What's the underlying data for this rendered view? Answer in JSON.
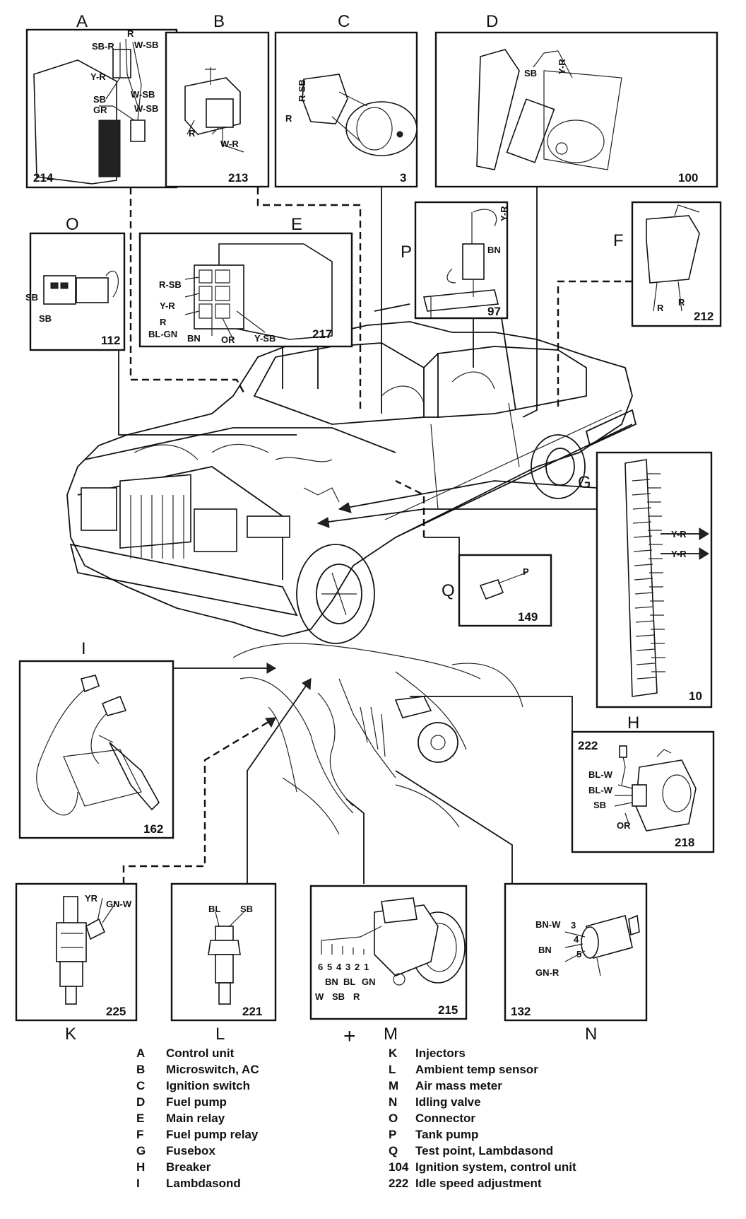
{
  "components": {
    "A": {
      "letter": "A",
      "number": "214",
      "wires": [
        "SB-R",
        "R",
        "W-SB",
        "Y-R",
        "SB",
        "W-SB",
        "W-SB",
        "GR"
      ]
    },
    "B": {
      "letter": "B",
      "number": "213",
      "wires": [
        "R",
        "W-R"
      ]
    },
    "C": {
      "letter": "C",
      "number": "3",
      "wires": [
        "R-SB",
        "R"
      ]
    },
    "D": {
      "letter": "D",
      "number": "100",
      "wires": [
        "SB",
        "Y-R"
      ]
    },
    "E": {
      "letter": "E",
      "number": "217",
      "wires": [
        "R-SB",
        "Y-R",
        "R",
        "BL-GN",
        "BN",
        "OR",
        "Y-SB"
      ]
    },
    "F": {
      "letter": "F",
      "number": "212",
      "wires": [
        "R",
        "R"
      ]
    },
    "G": {
      "letter": "G",
      "number": "10",
      "wires": [
        "Y-R",
        "Y-R"
      ]
    },
    "H": {
      "letter": "H",
      "number": "218",
      "extra_number": "222",
      "wires": [
        "BL-W",
        "BL-W",
        "SB",
        "OR"
      ]
    },
    "I": {
      "letter": "I",
      "number": "162"
    },
    "K": {
      "letter": "K",
      "number": "225",
      "wires": [
        "YR",
        "GN-W"
      ]
    },
    "L": {
      "letter": "L",
      "number": "221",
      "wires": [
        "BL",
        "SB"
      ]
    },
    "M": {
      "letter": "M",
      "number": "215",
      "wires": [
        "6",
        "5",
        "4",
        "3",
        "2",
        "1",
        "BN",
        "BL",
        "GN",
        "W",
        "SB",
        "R"
      ]
    },
    "N": {
      "letter": "N",
      "number": "132",
      "wires": [
        "BN-W",
        "BN",
        "GN-R",
        "3",
        "4",
        "5"
      ]
    },
    "O": {
      "letter": "O",
      "number": "112",
      "wires": [
        "SB",
        "SB"
      ]
    },
    "P": {
      "letter": "P",
      "number": "97",
      "wires": [
        "BN",
        "Y-R"
      ]
    },
    "Q": {
      "letter": "Q",
      "number": "149",
      "wires": [
        "P"
      ]
    }
  },
  "plus_sign": "+",
  "legend": {
    "left": [
      {
        "key": "A",
        "label": "Control unit"
      },
      {
        "key": "B",
        "label": "Microswitch, AC"
      },
      {
        "key": "C",
        "label": "Ignition switch"
      },
      {
        "key": "D",
        "label": "Fuel pump"
      },
      {
        "key": "E",
        "label": "Main relay"
      },
      {
        "key": "F",
        "label": "Fuel pump relay"
      },
      {
        "key": "G",
        "label": "Fusebox"
      },
      {
        "key": "H",
        "label": "Breaker"
      },
      {
        "key": "I",
        "label": "Lambdasond"
      }
    ],
    "right": [
      {
        "key": "K",
        "label": "Injectors"
      },
      {
        "key": "L",
        "label": "Ambient temp sensor"
      },
      {
        "key": "M",
        "label": "Air mass meter"
      },
      {
        "key": "N",
        "label": "Idling valve"
      },
      {
        "key": "O",
        "label": "Connector"
      },
      {
        "key": "P",
        "label": "Tank pump"
      },
      {
        "key": "Q",
        "label": "Test point, Lambdasond"
      },
      {
        "key": "104",
        "label": "Ignition system, control unit"
      },
      {
        "key": "222",
        "label": "Idle speed adjustment"
      }
    ]
  }
}
